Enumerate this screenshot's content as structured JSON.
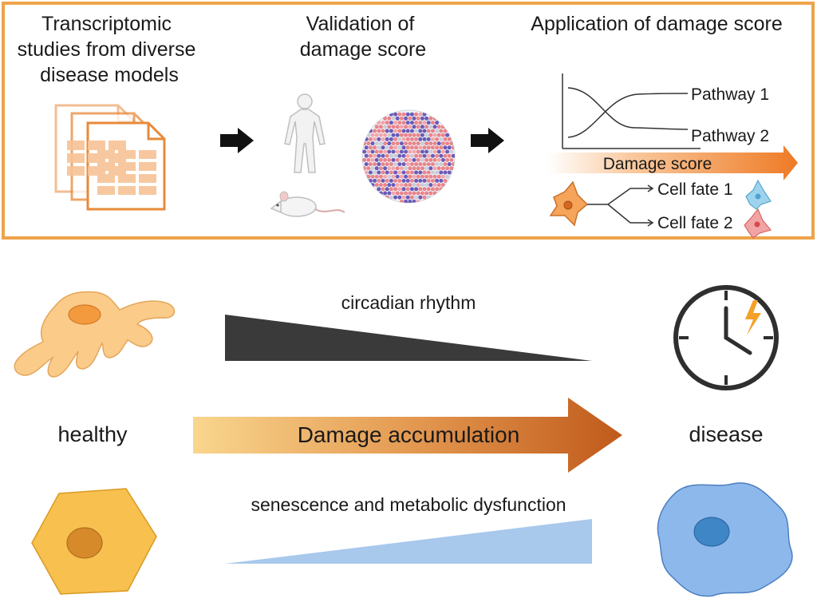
{
  "top_panel": {
    "col1_title": [
      "Transcriptomic",
      "studies from diverse",
      "disease models"
    ],
    "col2_title": [
      "Validation of",
      "damage score"
    ],
    "col3_title": "Application of damage score",
    "pathway1": "Pathway 1",
    "pathway2": "Pathway 2",
    "damage_score": "Damage score",
    "cell_fate1": "Cell fate 1",
    "cell_fate2": "Cell fate 2"
  },
  "bottom_panel": {
    "healthy": "healthy",
    "disease": "disease",
    "arrow_label": "Damage accumulation",
    "circadian": "circadian rhythm",
    "senescence": "senescence and metabolic dysfunction"
  },
  "colors": {
    "frame": "#EEA34A",
    "doc": "#E8893A",
    "damage_arrow_start": "#F9D68E",
    "damage_arrow_end": "#C05A1B",
    "circadian_wedge": "#3A3A3A",
    "senescence_wedge": "#A8C8EC",
    "healthy_cell": "#FBCB8A",
    "healthy_hex": "#F8C04E",
    "disease_cell": "#8DB8EC"
  }
}
